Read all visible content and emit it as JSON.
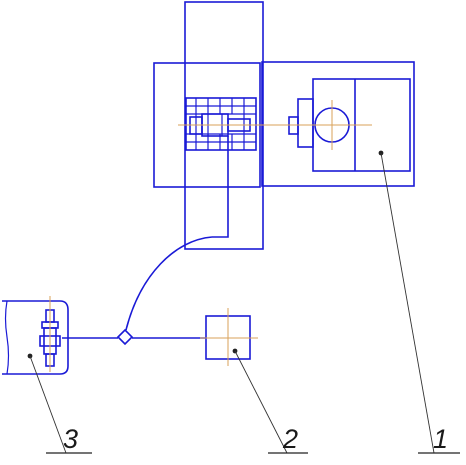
{
  "callouts": [
    {
      "id": "1",
      "label": "1"
    },
    {
      "id": "2",
      "label": "2"
    },
    {
      "id": "3",
      "label": "3"
    }
  ],
  "colors": {
    "outline": "#1a1ad6",
    "centerline": "#d9a25a",
    "leader": "#333333"
  }
}
